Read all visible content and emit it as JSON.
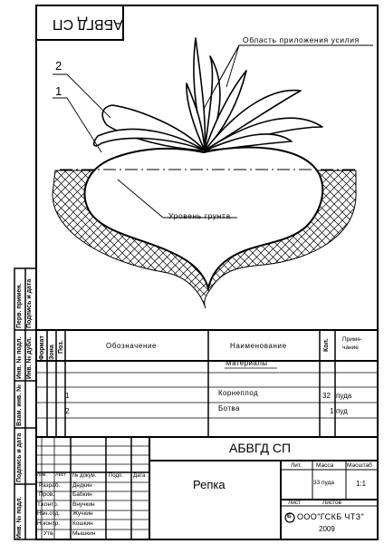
{
  "sheet": {
    "title_stamp": "АБВГД СП",
    "callout_force": "Область приложения усилия",
    "callout_1": "1",
    "callout_2": "2",
    "callout_ground": "Уровень грунта"
  },
  "spec_table": {
    "headers": {
      "format": "Формат",
      "zone": "Зона",
      "position": "Поз.",
      "designation": "Обозначение",
      "name": "Наименование",
      "qty": "Кол.",
      "note_1": "Приме-",
      "note_2": "чание"
    },
    "section": "Материалы",
    "rows": [
      {
        "pos": "1",
        "name": "Корнеплод",
        "qty": "32",
        "note": "пуда"
      },
      {
        "pos": "2",
        "name": "Ботва",
        "qty": "1",
        "note": "пуд"
      }
    ]
  },
  "left_strip": {
    "a": "Перв. примен.",
    "b": "Инв. № подл.",
    "c": "Подпись и дата",
    "d": "Взам. инв. №",
    "e": "Инв. № дубл.",
    "f": "Подпись и дата",
    "g": "Инв. № подл."
  },
  "title_block": {
    "designation": "АБВГД СП",
    "name": "Репка",
    "lit_label": "Лит.",
    "mass_label": "Масса",
    "scale_label": "Масштаб",
    "mass_value": "33 пуда",
    "scale_value": "1:1",
    "sheet_label": "Лист",
    "sheets_label": "Листов",
    "company": "ООО\"ГСКБ ЧТЗ\"",
    "year": "2009",
    "logo_letter": "Б",
    "col_headers": {
      "izm": "Изм.",
      "list": "Лист",
      "doc": "№ докум.",
      "sign": "Подп.",
      "date": "Дата"
    },
    "roles": [
      {
        "role": "Разраб.",
        "person": "Дедкин"
      },
      {
        "role": "Пров.",
        "person": "Бабкин"
      },
      {
        "role": "Т.контр.",
        "person": "Внучкин"
      },
      {
        "role": "Нач.отд.",
        "person": "Жучкин"
      },
      {
        "role": "Н.контр.",
        "person": "Кошкин"
      },
      {
        "role": "Утв.",
        "person": "Мышкин"
      }
    ]
  }
}
